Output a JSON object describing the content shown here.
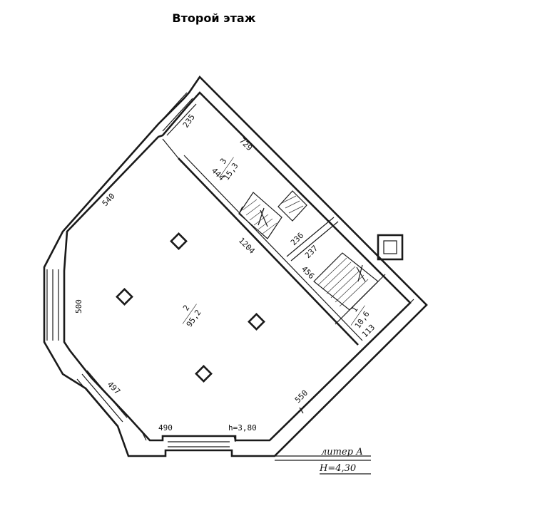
{
  "title": "Второй этаж",
  "rooms": [
    {
      "number": "2",
      "area": "95,2"
    },
    {
      "number": "3",
      "area": "15,3"
    },
    {
      "number": "1",
      "area": "10,6"
    }
  ],
  "dimensions": {
    "d235": "235",
    "d729": "729",
    "d444": "444",
    "d540": "540",
    "d1204": "1204",
    "d236": "236",
    "d237": "237",
    "d456": "456",
    "d500": "500",
    "d497": "497",
    "d490": "490",
    "d550": "550",
    "d113": "113"
  },
  "ceiling_height": "h=3,80",
  "liter": "литер А",
  "building_height": "Н=4,30"
}
